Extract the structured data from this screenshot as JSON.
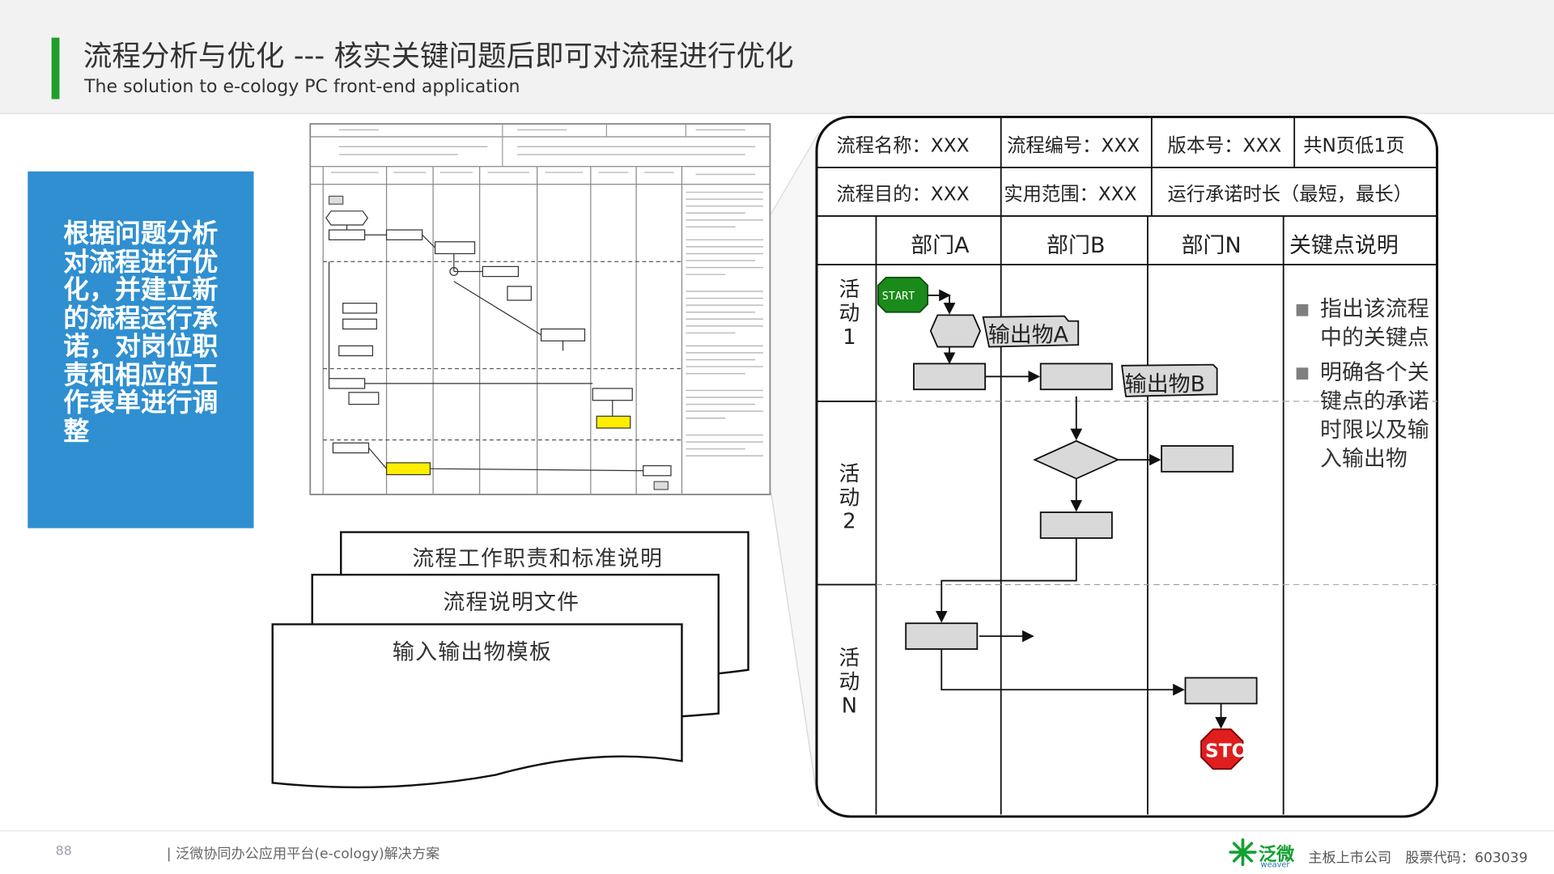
{
  "page": {
    "title": "流程分析与优化 --- 核实关键问题后即可对流程进行优化",
    "subtitle": "The solution to e-cology PC front-end application"
  },
  "left_panel": {
    "text": "根据问题分析对流程进行优化，并建立新的流程运行承诺，对岗位职责和相应的工作表单进行调整"
  },
  "documents": {
    "back": "流程工作职责和标准说明",
    "middle": "流程说明文件",
    "front": "输入输出物模板"
  },
  "flowchart": {
    "row1": {
      "name": "流程名称：XXX",
      "code": "流程编号：XXX",
      "version": "版本号：XXX",
      "pages": "共N页低1页"
    },
    "row2": {
      "purpose": "流程目的：XXX",
      "scope": "实用范围：XXX",
      "duration": "运行承诺时长（最短，最长）"
    },
    "columns": [
      "部门A",
      "部门B",
      "部门N",
      "关键点说明"
    ],
    "activities": [
      "活动1",
      "活动2",
      "活动N"
    ],
    "start_label": "START",
    "stop_label": "STOP",
    "output_a": "输出物A",
    "output_b": "输出物B",
    "key_points": [
      "指出该流程中的关键点",
      "明确各个关键点的承诺时限以及输入输出物"
    ]
  },
  "footer": {
    "page_number": "88",
    "center_text": "| 泛微协同办公应用平台(e-cology)解决方案",
    "logo_text": "泛微",
    "logo_sub": "weaver",
    "right_text": "主板上市公司　股票代码：603039"
  },
  "colors": {
    "accent_green": "#1e9e2a",
    "panel_blue": "#2f8fd0",
    "start_green": "#1a8a1a",
    "stop_red": "#e01e1e",
    "box_gray": "#d9d9d9"
  }
}
